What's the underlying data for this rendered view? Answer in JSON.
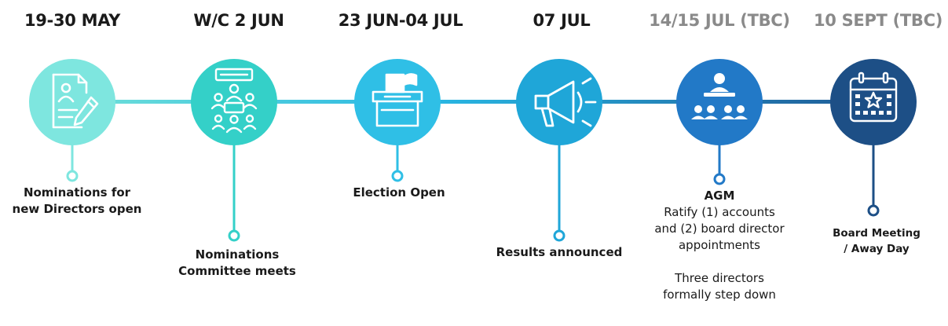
{
  "colors": {
    "timeline_line_start": "#4fd8d8",
    "timeline_line_end": "#1f5a96",
    "circle_1": "#7ee6df",
    "circle_2": "#34d0c8",
    "circle_3": "#2fbfe6",
    "circle_4": "#1fa6d8",
    "circle_5": "#2279c7",
    "circle_6": "#1d4f86",
    "date_active": "#1a1a1a",
    "date_tbc": "#8a8a8a"
  },
  "stages": [
    {
      "date": "19-30 MAY",
      "icon": "document-pen-icon",
      "label_lines": [
        "Nominations for",
        "new Directors open"
      ]
    },
    {
      "date": "W/C 2 JUN",
      "icon": "committee-meeting-icon",
      "label_lines": [
        "Nominations",
        "Committee meets"
      ]
    },
    {
      "date": "23 JUN-04 JUL",
      "icon": "ballot-box-icon",
      "label_lines": [
        "Election Open"
      ]
    },
    {
      "date": "07 JUL",
      "icon": "megaphone-icon",
      "label_lines": [
        "Results announced"
      ]
    },
    {
      "date": "14/15 JUL (TBC)",
      "icon": "conference-audience-icon",
      "label_title": "AGM",
      "label_body": [
        "Ratify (1) accounts",
        "and (2) board director",
        "appointments"
      ],
      "label_note": [
        "Three directors",
        "formally step down"
      ]
    },
    {
      "date": "10 SEPT (TBC)",
      "icon": "calendar-star-icon",
      "label_lines": [
        "Board Meeting",
        "/ Away Day"
      ]
    }
  ]
}
